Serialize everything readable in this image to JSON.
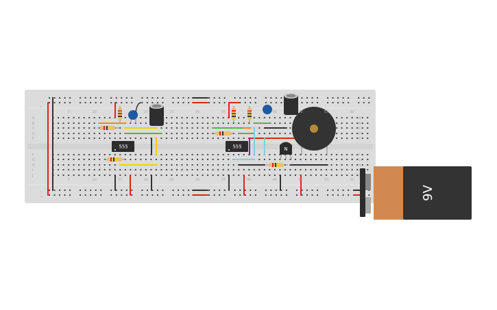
{
  "breadboard": {
    "column_labels": [
      "5",
      "10",
      "15",
      "20",
      "25",
      "30",
      "35",
      "40",
      "45",
      "50",
      "55",
      "60"
    ],
    "row_labels_top": [
      "A",
      "B",
      "C",
      "D",
      "E"
    ],
    "row_labels_bottom": [
      "F",
      "G",
      "H",
      "I",
      "J"
    ],
    "rail_minus": "−",
    "rail_plus": "+"
  },
  "components": {
    "timer_left_label": "555",
    "timer_right_label": "555",
    "transistor_label": "N",
    "battery_label": "9V"
  },
  "colors": {
    "board": "#dcdcdc",
    "wire_red": "#e02020",
    "wire_black": "#333333",
    "wire_yellow": "#f5d000",
    "wire_green": "#4cbb3c",
    "wire_orange": "#f08a10",
    "wire_cyan": "#7fd0e0",
    "wire_purple": "#6a2d9a",
    "battery_orange": "#d08a50",
    "battery_body": "#333333"
  }
}
